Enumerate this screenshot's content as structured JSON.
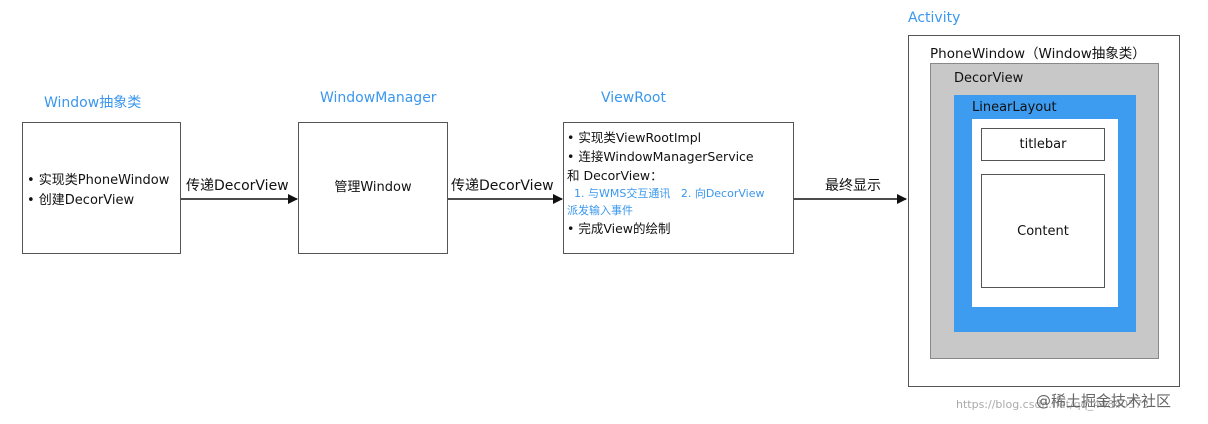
{
  "window_abstract": {
    "title": "Window抽象类",
    "lines": [
      "• 实现类PhoneWindow",
      "• 创建DecorView"
    ]
  },
  "window_manager": {
    "title": "WindowManager",
    "text": "管理Window"
  },
  "view_root": {
    "title": "ViewRoot",
    "line1": "• 实现类ViewRootImpl",
    "line2": "• 连接WindowManagerService",
    "line3": "和 DecorView：",
    "line4": "  1. 与WMS交互通讯   2. 向DecorView",
    "line5": "派发输入事件",
    "line6": "• 完成View的绘制"
  },
  "edges": {
    "e1": "传递DecorView",
    "e2": "传递DecorView",
    "e3": "最终显示"
  },
  "activity": {
    "title": "Activity",
    "phone_window": "PhoneWindow（Window抽象类）",
    "decor_view": "DecorView",
    "linear_layout": "LinearLayout",
    "titlebar": "titlebar",
    "content": "Content"
  },
  "watermark": {
    "url": "https://blog.csdn.net/qq_44840572",
    "brand": "@稀土掘金技术社区"
  },
  "colors": {
    "accent_blue": "#3a97ee",
    "decor_gray": "#c8c8c8",
    "linear_blue": "#3d9cf0"
  }
}
